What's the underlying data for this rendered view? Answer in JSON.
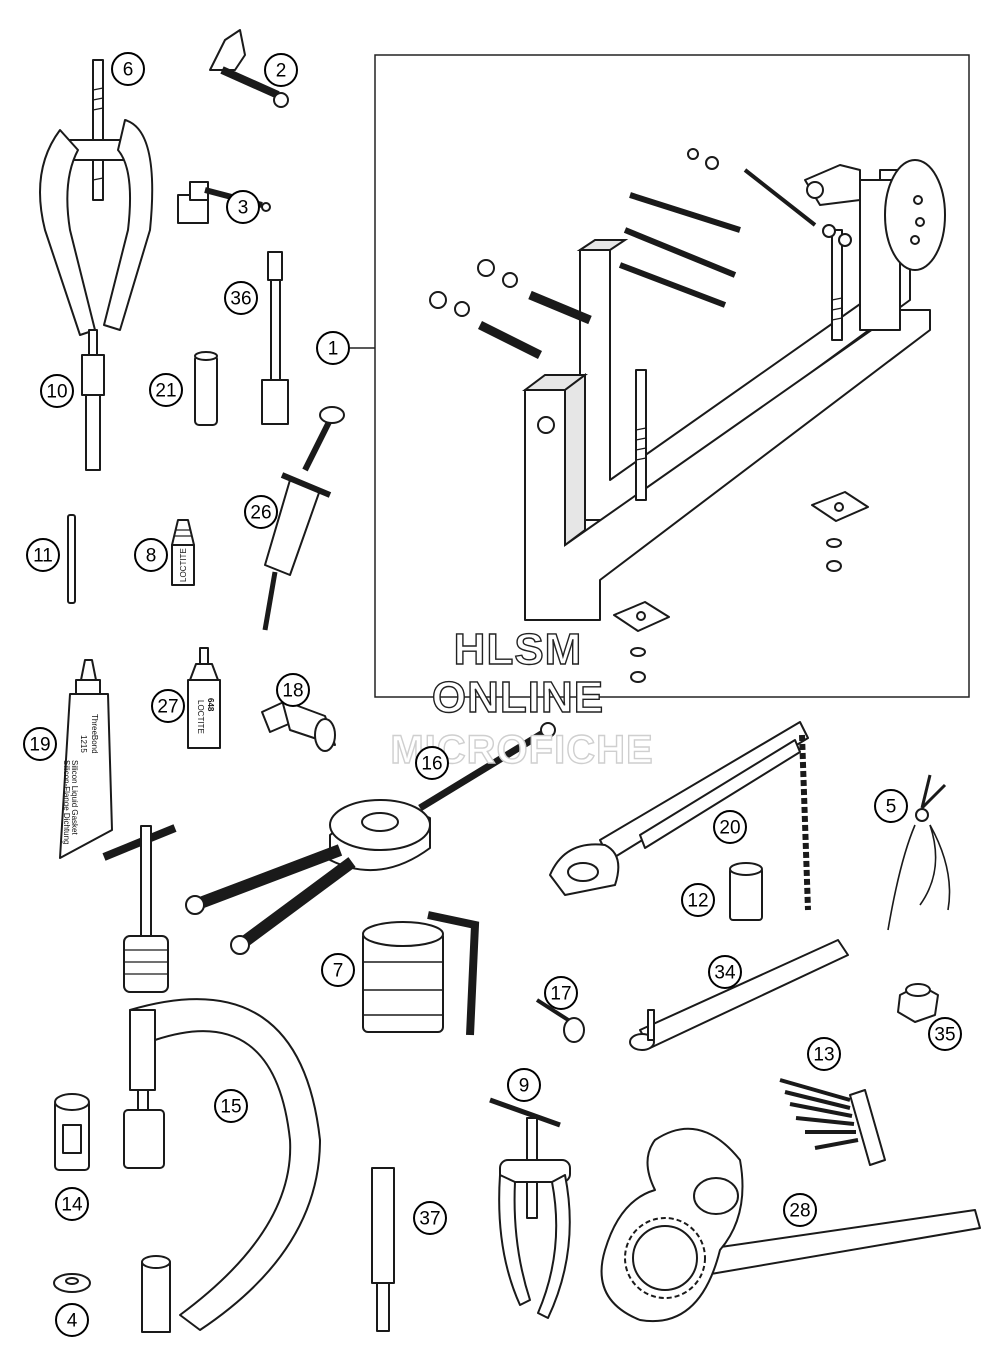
{
  "callouts": [
    {
      "id": "c1",
      "label": "1"
    },
    {
      "id": "c2",
      "label": "2"
    },
    {
      "id": "c3",
      "label": "3"
    },
    {
      "id": "c4",
      "label": "4"
    },
    {
      "id": "c5",
      "label": "5"
    },
    {
      "id": "c6",
      "label": "6"
    },
    {
      "id": "c7",
      "label": "7"
    },
    {
      "id": "c8",
      "label": "8"
    },
    {
      "id": "c9",
      "label": "9"
    },
    {
      "id": "c10",
      "label": "10"
    },
    {
      "id": "c11",
      "label": "11"
    },
    {
      "id": "c12",
      "label": "12"
    },
    {
      "id": "c13",
      "label": "13"
    },
    {
      "id": "c14",
      "label": "14"
    },
    {
      "id": "c15",
      "label": "15"
    },
    {
      "id": "c16",
      "label": "16"
    },
    {
      "id": "c17",
      "label": "17"
    },
    {
      "id": "c18",
      "label": "18"
    },
    {
      "id": "c19",
      "label": "19"
    },
    {
      "id": "c20",
      "label": "20"
    },
    {
      "id": "c21",
      "label": "21"
    },
    {
      "id": "c26",
      "label": "26"
    },
    {
      "id": "c27",
      "label": "27"
    },
    {
      "id": "c28",
      "label": "28"
    },
    {
      "id": "c34",
      "label": "34"
    },
    {
      "id": "c35",
      "label": "35"
    },
    {
      "id": "c36",
      "label": "36"
    },
    {
      "id": "c37",
      "label": "37"
    }
  ],
  "watermark": {
    "line1": "HLSM",
    "line2": "ONLINE",
    "line3": "MICROFICHE"
  },
  "packaging_text": {
    "tube_brand": "ThreeBond",
    "tube_number": "1215",
    "tube_desc_1": "Silicon Liquid Gasket",
    "tube_desc_2": "Silicon-Flange Dichtung",
    "bottle_number": "648",
    "bottle_brand": "LOCTITE",
    "small_bottle_brand": "LOCTITE"
  }
}
